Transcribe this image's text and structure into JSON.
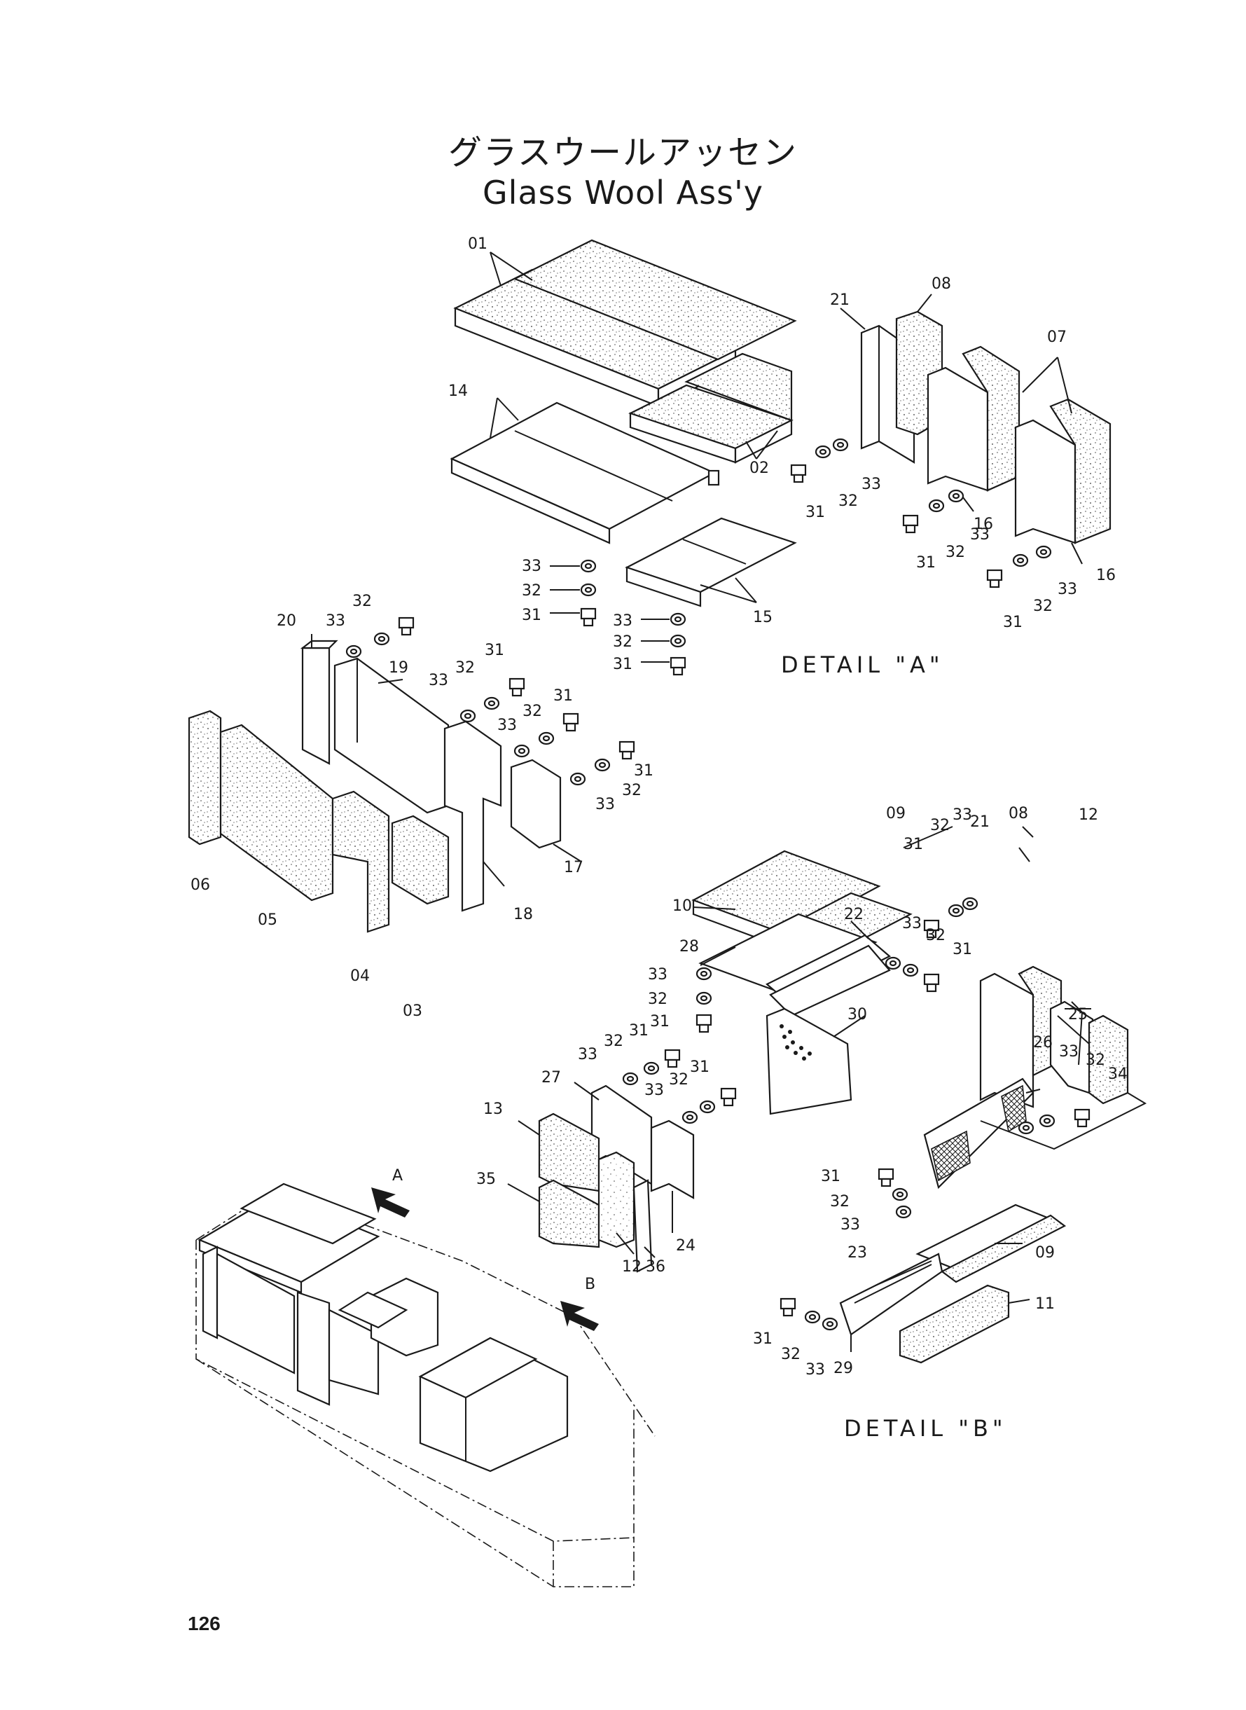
{
  "title_japanese": "グラスウールアッセン",
  "title_english": "Glass Wool Ass'y",
  "detail_a_label": "DETAIL \"A\"",
  "detail_b_label": "DETAIL \"B\"",
  "view_arrow_a": "A",
  "view_arrow_b": "B",
  "page_number": "126",
  "part_labels": [
    "01",
    "02",
    "03",
    "04",
    "05",
    "06",
    "07",
    "08",
    "09",
    "10",
    "11",
    "12",
    "13",
    "14",
    "15",
    "16",
    "17",
    "18",
    "19",
    "20",
    "21",
    "22",
    "23",
    "24",
    "25",
    "26",
    "27",
    "28",
    "29",
    "30",
    "31",
    "32",
    "33",
    "34",
    "35",
    "36"
  ]
}
